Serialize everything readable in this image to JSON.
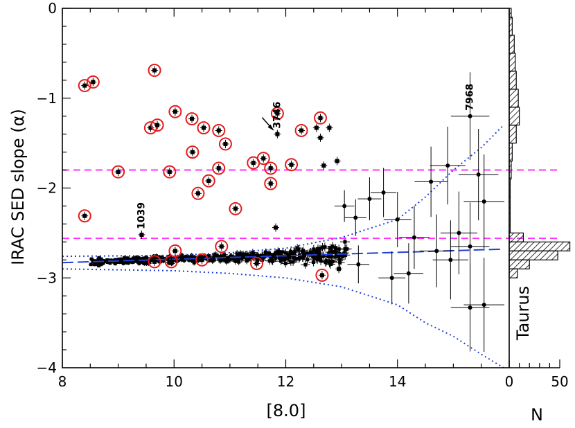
{
  "chart_data": {
    "type": "scatter",
    "xlabel": "[8.0]",
    "ylabel": "IRAC SED slope (α)",
    "xlim": [
      8,
      16
    ],
    "ylim": [
      -4,
      0
    ],
    "xticks": [
      "8",
      "10",
      "12",
      "14"
    ],
    "yticks": [
      "0",
      "−1",
      "−2",
      "−3",
      "−4"
    ],
    "hist_xlabel": "N",
    "hist_xticks": [
      "0",
      "50"
    ],
    "hist_label": "Taurus",
    "hlines": [
      -1.8,
      -2.56
    ],
    "annotations": [
      {
        "text": "1039",
        "x": 9.42,
        "y": -2.52
      },
      {
        "text": "3746",
        "x": 11.85,
        "y": -1.4
      },
      {
        "text": "7968",
        "x": 15.3,
        "y": -1.2
      }
    ],
    "points": [
      {
        "x": 8.4,
        "y": -0.86,
        "red": true
      },
      {
        "x": 8.55,
        "y": -0.82,
        "red": true
      },
      {
        "x": 9.65,
        "y": -0.69,
        "red": true
      },
      {
        "x": 9.0,
        "y": -1.82,
        "red": true
      },
      {
        "x": 8.4,
        "y": -2.31,
        "red": true
      },
      {
        "x": 9.58,
        "y": -1.33,
        "red": true
      },
      {
        "x": 9.7,
        "y": -1.3,
        "red": true
      },
      {
        "x": 10.02,
        "y": -1.15,
        "red": true
      },
      {
        "x": 10.32,
        "y": -1.23,
        "red": true
      },
      {
        "x": 10.53,
        "y": -1.33,
        "red": true
      },
      {
        "x": 10.8,
        "y": -1.36,
        "red": true
      },
      {
        "x": 10.92,
        "y": -1.51,
        "red": true
      },
      {
        "x": 10.33,
        "y": -1.6,
        "red": true
      },
      {
        "x": 10.8,
        "y": -1.78,
        "red": true
      },
      {
        "x": 9.92,
        "y": -1.82,
        "red": true
      },
      {
        "x": 10.62,
        "y": -1.92,
        "red": true
      },
      {
        "x": 10.43,
        "y": -2.06,
        "red": true
      },
      {
        "x": 11.1,
        "y": -2.23,
        "red": true
      },
      {
        "x": 11.42,
        "y": -1.72,
        "red": true
      },
      {
        "x": 11.6,
        "y": -1.67,
        "red": true
      },
      {
        "x": 11.73,
        "y": -1.78,
        "red": true
      },
      {
        "x": 11.73,
        "y": -1.95,
        "red": true
      },
      {
        "x": 11.85,
        "y": -1.17,
        "red": true
      },
      {
        "x": 12.1,
        "y": -1.74,
        "red": true
      },
      {
        "x": 12.28,
        "y": -1.36,
        "red": true
      },
      {
        "x": 12.62,
        "y": -1.22,
        "red": true
      },
      {
        "x": 10.02,
        "y": -2.7,
        "red": true
      },
      {
        "x": 10.85,
        "y": -2.65,
        "red": true
      },
      {
        "x": 9.65,
        "y": -2.82,
        "red": true
      },
      {
        "x": 9.95,
        "y": -2.82,
        "red": true
      },
      {
        "x": 10.5,
        "y": -2.8,
        "red": true
      },
      {
        "x": 11.48,
        "y": -2.84,
        "red": true
      },
      {
        "x": 12.65,
        "y": -2.97,
        "red": true
      },
      {
        "x": 9.42,
        "y": -2.52,
        "red": false
      },
      {
        "x": 11.85,
        "y": -1.4,
        "red": false
      },
      {
        "x": 11.82,
        "y": -2.44,
        "red": false
      },
      {
        "x": 12.55,
        "y": -1.33,
        "red": false
      },
      {
        "x": 12.62,
        "y": -1.44,
        "red": false
      },
      {
        "x": 12.78,
        "y": -1.33,
        "red": false
      },
      {
        "x": 12.68,
        "y": -1.75,
        "red": false
      },
      {
        "x": 12.92,
        "y": -1.7,
        "red": false
      },
      {
        "x": 13.05,
        "y": -2.2,
        "red": false
      },
      {
        "x": 13.25,
        "y": -2.33,
        "red": false
      },
      {
        "x": 13.5,
        "y": -2.12,
        "red": false
      },
      {
        "x": 13.75,
        "y": -2.05,
        "red": false
      },
      {
        "x": 14.0,
        "y": -2.35,
        "red": false
      },
      {
        "x": 14.3,
        "y": -2.55,
        "red": false
      },
      {
        "x": 14.6,
        "y": -1.93,
        "red": false
      },
      {
        "x": 14.9,
        "y": -1.75,
        "red": false
      },
      {
        "x": 15.3,
        "y": -1.2,
        "red": false
      },
      {
        "x": 15.45,
        "y": -1.85,
        "red": false
      },
      {
        "x": 15.55,
        "y": -2.15,
        "red": false
      },
      {
        "x": 15.1,
        "y": -2.5,
        "red": false
      },
      {
        "x": 14.7,
        "y": -2.7,
        "red": false
      },
      {
        "x": 14.95,
        "y": -2.8,
        "red": false
      },
      {
        "x": 15.3,
        "y": -2.65,
        "red": false
      },
      {
        "x": 14.2,
        "y": -2.95,
        "red": false
      },
      {
        "x": 13.9,
        "y": -3.0,
        "red": false
      },
      {
        "x": 15.3,
        "y": -3.33,
        "red": false
      },
      {
        "x": 15.55,
        "y": -3.3,
        "red": false
      },
      {
        "x": 13.3,
        "y": -2.85,
        "red": false
      },
      {
        "x": 12.95,
        "y": -2.9,
        "red": false
      }
    ],
    "fit_line": [
      [
        8,
        -2.83
      ],
      [
        15.9,
        -2.68
      ]
    ],
    "envelope_upper": [
      [
        8,
        -2.76
      ],
      [
        10,
        -2.75
      ],
      [
        11,
        -2.72
      ],
      [
        12,
        -2.67
      ],
      [
        13,
        -2.55
      ],
      [
        14,
        -2.35
      ],
      [
        14.5,
        -2.1
      ],
      [
        15,
        -1.8
      ],
      [
        15.5,
        -1.55
      ],
      [
        15.9,
        -1.3
      ]
    ],
    "envelope_lower": [
      [
        8,
        -2.9
      ],
      [
        10,
        -2.92
      ],
      [
        11,
        -2.95
      ],
      [
        12,
        -3.0
      ],
      [
        13,
        -3.1
      ],
      [
        14,
        -3.3
      ],
      [
        14.5,
        -3.5
      ],
      [
        15,
        -3.65
      ],
      [
        15.5,
        -3.85
      ],
      [
        15.9,
        -4.0
      ]
    ],
    "histogram": [
      {
        "y0": -0.1,
        "y1": 0,
        "n": 2
      },
      {
        "y0": -0.3,
        "y1": -0.1,
        "n": 3
      },
      {
        "y0": -0.5,
        "y1": -0.3,
        "n": 5
      },
      {
        "y0": -0.7,
        "y1": -0.5,
        "n": 6
      },
      {
        "y0": -0.9,
        "y1": -0.7,
        "n": 7
      },
      {
        "y0": -1.1,
        "y1": -0.9,
        "n": 9
      },
      {
        "y0": -1.3,
        "y1": -1.1,
        "n": 10
      },
      {
        "y0": -1.5,
        "y1": -1.3,
        "n": 7
      },
      {
        "y0": -1.7,
        "y1": -1.5,
        "n": 3
      },
      {
        "y0": -1.9,
        "y1": -1.7,
        "n": 2
      },
      {
        "y0": -2.1,
        "y1": -1.9,
        "n": 1
      },
      {
        "y0": -2.5,
        "y1": -2.1,
        "n": 1
      },
      {
        "y0": -2.6,
        "y1": -2.5,
        "n": 14
      },
      {
        "y0": -2.7,
        "y1": -2.6,
        "n": 60
      },
      {
        "y0": -2.8,
        "y1": -2.7,
        "n": 48
      },
      {
        "y0": -2.9,
        "y1": -2.8,
        "n": 20
      },
      {
        "y0": -3.0,
        "y1": -2.9,
        "n": 8
      }
    ],
    "colors": {
      "red": "#e41a1c",
      "blue": "#1f3fd6",
      "magenta": "#ff33ff",
      "black": "#000000"
    }
  }
}
